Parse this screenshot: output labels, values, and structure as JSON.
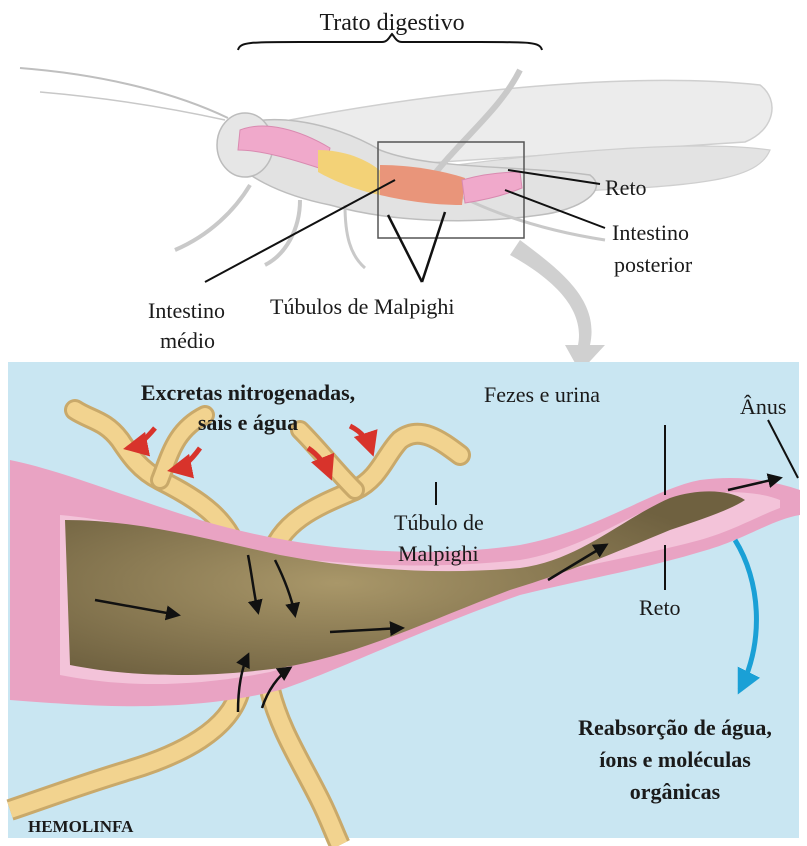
{
  "top": {
    "title": "Trato digestivo",
    "labels": {
      "reto": "Reto",
      "intestino_posterior_1": "Intestino",
      "intestino_posterior_2": "posterior",
      "intestino_medio_1": "Intestino",
      "intestino_medio_2": "médio",
      "tubulos": "Túbulos de Malpighi"
    }
  },
  "bottom": {
    "excretas_1": "Excretas nitrogenadas,",
    "excretas_2": "sais e água",
    "fezes": "Fezes e urina",
    "anus": "Ânus",
    "tubulo_1": "Túbulo de",
    "tubulo_2": "Malpighi",
    "reto": "Reto",
    "reabsorcao_1": "Reabsorção de água,",
    "reabsorcao_2": "íons e moléculas",
    "reabsorcao_3": "orgânicas",
    "hemolinfa": "HEMOLINFA"
  },
  "colors": {
    "background_lower": "#c9e6f2",
    "gut_wall": "#e9a3c3",
    "gut_content": "#8a7a56",
    "tubule": "#f2d38f",
    "arrow_red": "#d8332b",
    "arrow_blue": "#1aa0d6"
  }
}
